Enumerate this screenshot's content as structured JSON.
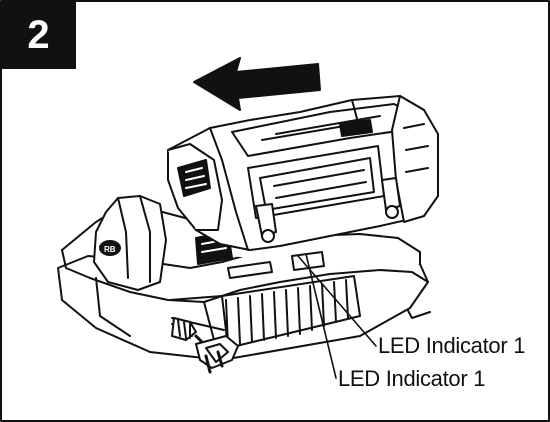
{
  "step": {
    "number": "2"
  },
  "callouts": [
    {
      "label": "LED Indicator 1"
    },
    {
      "label": "LED Indicator 1"
    }
  ],
  "colors": {
    "ink": "#111111",
    "paper": "#ffffff",
    "badge": "#111111"
  },
  "icons": {
    "direction": "arrow-left-icon"
  }
}
